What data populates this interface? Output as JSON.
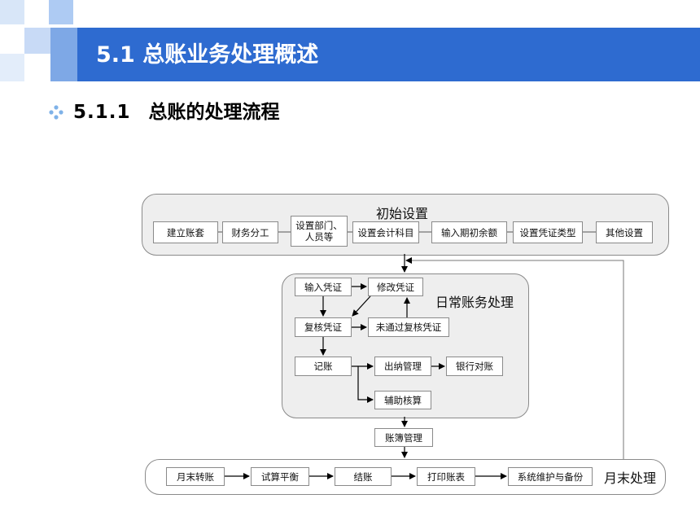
{
  "header": {
    "title": "5.1 总账业务处理概述",
    "subtitle_number": "5.1.1",
    "subtitle_text": "总账的处理流程",
    "accent_color": "#2e6bd0",
    "bullet_icon": "diamond-dots-icon"
  },
  "diagram": {
    "initial_setup": {
      "label": "初始设置",
      "steps": [
        "建立账套",
        "财务分工",
        "设置部门、\n人员等",
        "设置会计科目",
        "输入期初余额",
        "设置凭证类型",
        "其他设置"
      ]
    },
    "daily": {
      "label": "日常账务处理",
      "input_voucher": "输入凭证",
      "modify_voucher": "修改凭证",
      "review_voucher": "复核凭证",
      "failed_review": "未通过复核凭证",
      "posting": "记账",
      "cashier": "出纳管理",
      "bank_reconcile": "银行对账",
      "auxiliary": "辅助核算"
    },
    "ledger_management": "账簿管理",
    "month_end": {
      "label": "月末处理",
      "steps": [
        "月末转账",
        "试算平衡",
        "结账",
        "打印账表",
        "系统维护与备份"
      ]
    }
  }
}
